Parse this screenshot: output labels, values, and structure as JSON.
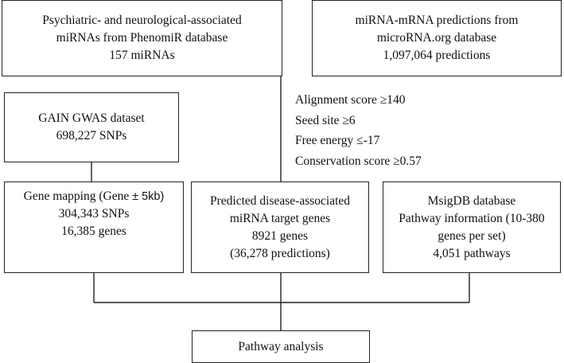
{
  "boxes": {
    "phenomir": {
      "lines": [
        "Psychiatric- and neurological-associated",
        "miRNAs from PhenomiR database",
        "157 miRNAs"
      ]
    },
    "microrna_org": {
      "lines": [
        "miRNA-mRNA predictions from",
        "microRNA.org database",
        "1,097,064 predictions"
      ]
    },
    "gain_gwas": {
      "lines": [
        "GAIN GWAS dataset",
        "698,227 SNPs"
      ]
    },
    "gene_mapping": {
      "title_prefix": "Gene mapping (Gene ",
      "title_suffix": "± 5kb)",
      "lines": [
        "304,343 SNPs",
        "16,385 genes"
      ]
    },
    "predicted_targets": {
      "lines": [
        "Predicted disease-associated",
        "miRNA target genes",
        "8921 genes",
        "(36,278 predictions)"
      ]
    },
    "msigdb": {
      "lines": [
        "MsigDB database",
        "Pathway information (10-380",
        "genes per set)",
        "4,051 pathways"
      ]
    },
    "pathway_analysis": {
      "label": "Pathway analysis"
    }
  },
  "criteria": [
    "Alignment score ≥140",
    "Seed site ≥6",
    "Free energy ≤-17",
    "Conservation score ≥0.57"
  ]
}
